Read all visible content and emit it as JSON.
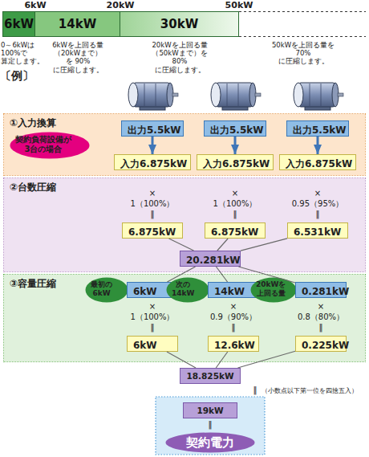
{
  "diagram": {
    "nodes": [
      {
        "text": [
          "6kW"
        ]
      },
      {
        "text": [
          "14kW"
        ]
      },
      {
        "text": [
          "30kW"
        ]
      },
      {
        "text": [
          "①入力換算"
        ]
      },
      {
        "text": [
          "契約負荷設備が 3台の場合"
        ],
        "in": 3
      },
      {
        "text": [
          "出力5.5kW"
        ],
        "in": 3
      },
      {
        "text": [
          "出力5.5kW"
        ],
        "in": 3
      },
      {
        "text": [
          "出力5.5kW"
        ],
        "in": 3
      },
      {
        "text": [
          "入力6.875kW"
        ],
        "in": 3
      },
      {
        "text": [
          "入力6.875kW"
        ],
        "in": 3
      },
      {
        "text": [
          "入力6.875kW"
        ],
        "in": 3
      },
      {
        "text": [
          "②台数圧縮"
        ]
      },
      {
        "text": [
          "6.875kW"
        ],
        "in": 11
      },
      {
        "text": [
          "6.875kW"
        ],
        "in": 11
      },
      {
        "text": [
          "6.531kW"
        ],
        "in": 11
      },
      {
        "text": [
          "20.281kW"
        ],
        "in": 11
      },
      {
        "text": [
          "③容量圧縮"
        ]
      },
      {
        "text": [
          "最初の 6kW"
        ],
        "in": 16
      },
      {
        "text": [
          "6kW"
        ],
        "in": 16
      },
      {
        "text": [
          "次の 14kW"
        ],
        "in": 16
      },
      {
        "text": [
          "14kW"
        ],
        "in": 16
      },
      {
        "text": [
          "20kWを 上回る量"
        ],
        "in": 16
      },
      {
        "text": [
          "0.281kW"
        ],
        "in": 16
      },
      {
        "text": [
          "6kW"
        ],
        "in": 16
      },
      {
        "text": [
          "12.6kW"
        ],
        "in": 16
      },
      {
        "text": [
          "0.225kW"
        ],
        "in": 16
      },
      {
        "text": [
          "18.825kW"
        ]
      },
      {
        "text": [
          "19kW"
        ]
      },
      {
        "text": [
          "契約電力"
        ]
      }
    ],
    "edges": [
      {
        "from": 5,
        "to": 8,
        "arrow": "to"
      },
      {
        "from": 6,
        "to": 9,
        "arrow": "to"
      },
      {
        "from": 7,
        "to": 10,
        "arrow": "to"
      },
      {
        "from": 12,
        "to": 15,
        "arrow": "none"
      },
      {
        "from": 13,
        "to": 15,
        "arrow": "none"
      },
      {
        "from": 14,
        "to": 15,
        "arrow": "none"
      },
      {
        "from": 15,
        "to": 18,
        "arrow": "none"
      },
      {
        "from": 15,
        "to": 20,
        "arrow": "none"
      },
      {
        "from": 15,
        "to": 22,
        "arrow": "none"
      },
      {
        "from": 23,
        "to": 26,
        "arrow": "none"
      },
      {
        "from": 24,
        "to": 26,
        "arrow": "none"
      },
      {
        "from": 25,
        "to": 26,
        "arrow": "none"
      }
    ],
    "labels": [
      "6kW",
      "20kW",
      "50kW",
      "0～6kWは 100%で 算定します。",
      "6kWを上回る量 （20kWまで）を 90%に圧縮します。",
      "20kWを上回る量 （50kWまで）を 80%に圧縮します。",
      "50kWを上回る量を 70%に圧縮します。",
      "〔例〕",
      "×",
      "1（100%）",
      "‖",
      "×",
      "1（100%）",
      "‖",
      "×",
      "0.95（95%）",
      "‖",
      "×",
      "1（100%）",
      "‖",
      "×",
      "0.9（90%）",
      "‖",
      "×",
      "0.8（80%）",
      "‖",
      "‖",
      "（小数点以下第一位を四捨五入）",
      "‖"
    ]
  }
}
